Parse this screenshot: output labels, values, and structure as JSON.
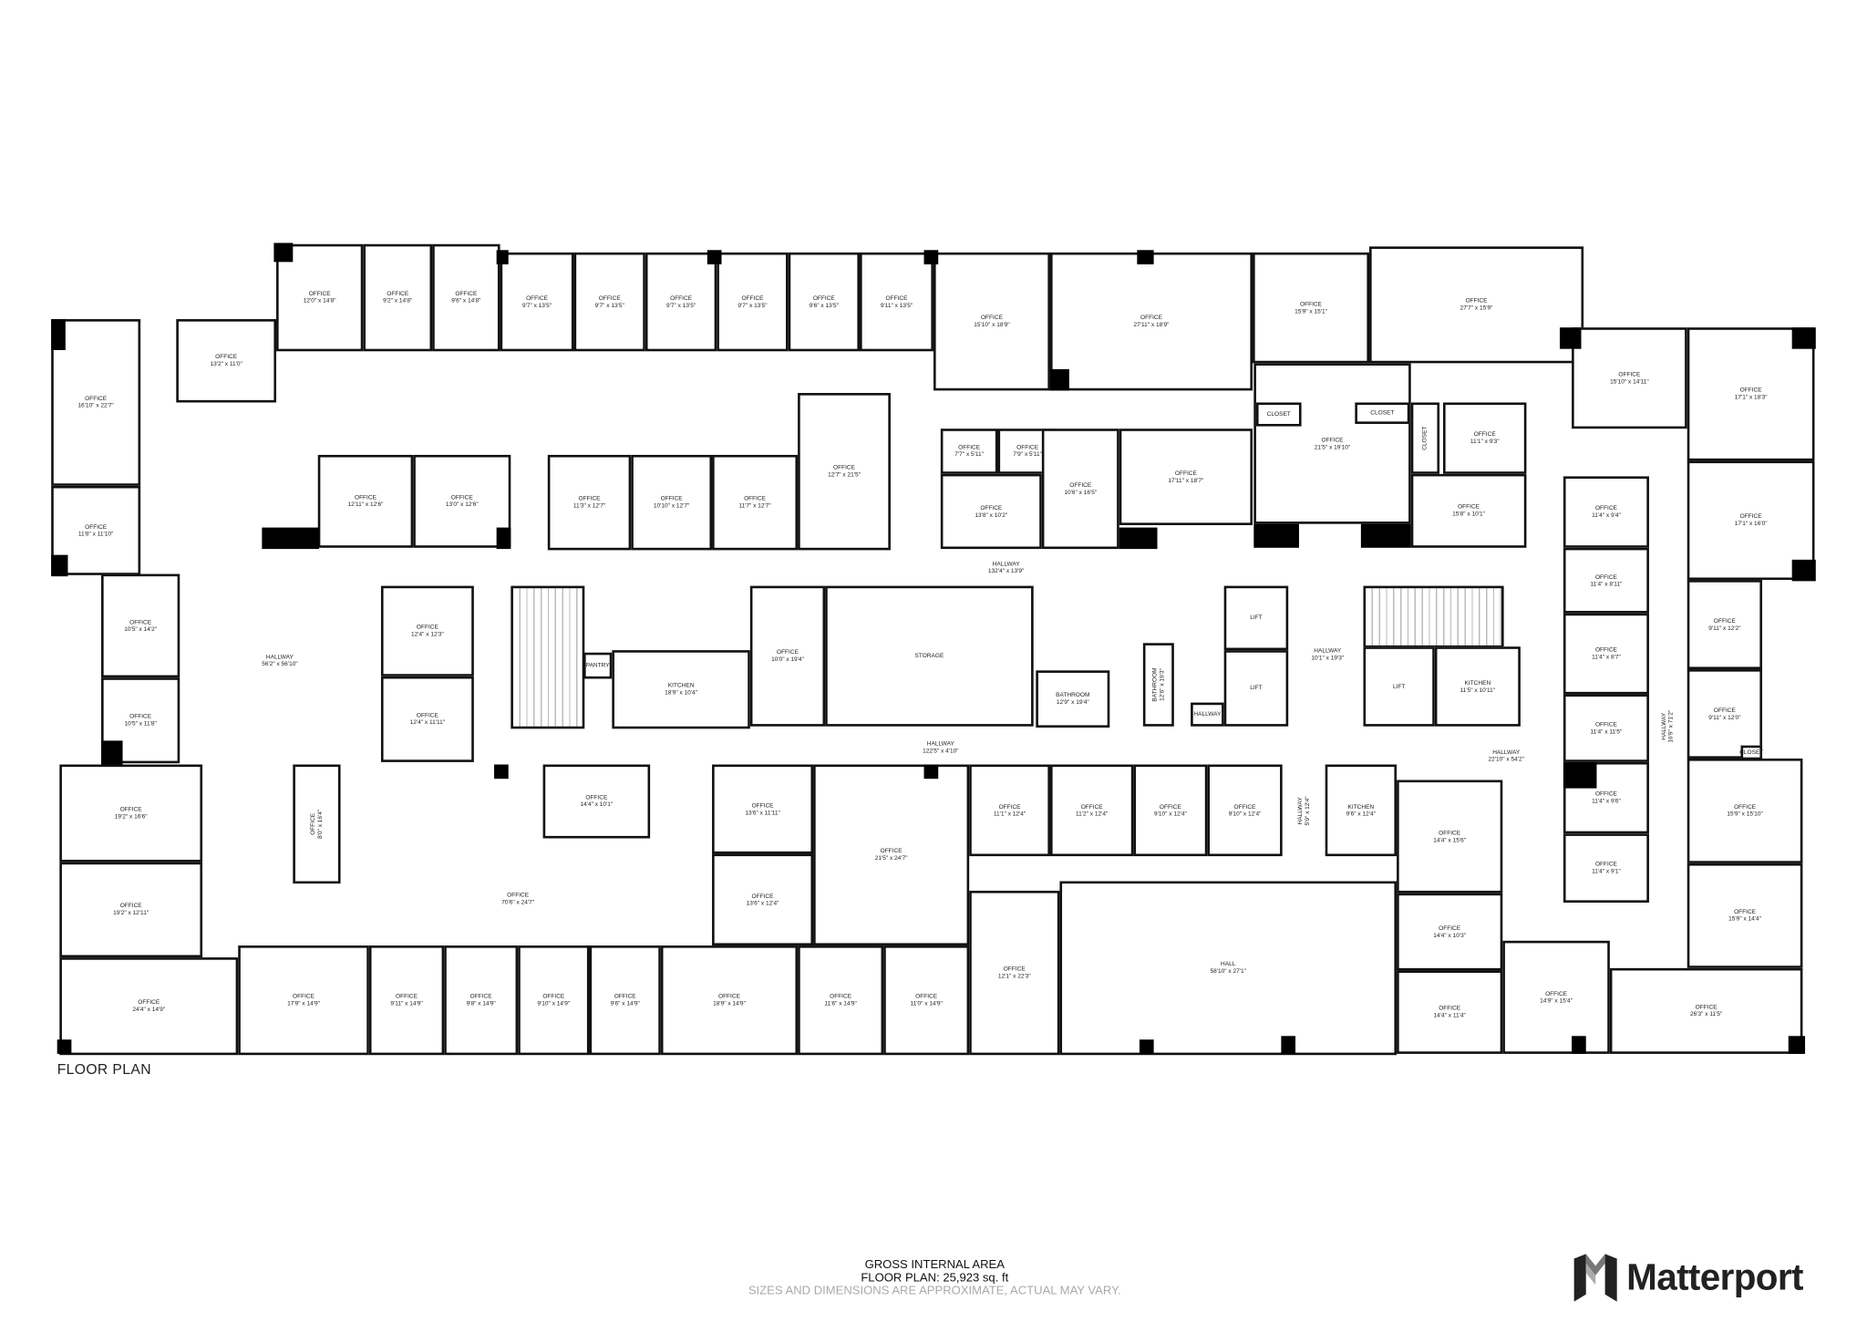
{
  "plan_label": "FLOOR PLAN",
  "footer": {
    "line1": "GROSS INTERNAL AREA",
    "line2": "FLOOR PLAN: 25,923 sq. ft",
    "note": "SIZES AND DIMENSIONS ARE APPROXIMATE, ACTUAL MAY VARY."
  },
  "brand": {
    "name": "Matterport",
    "icon": "matterport-logo-icon"
  },
  "rooms": [
    {
      "name": "OFFICE",
      "dims": "12'0\" x 14'8\""
    },
    {
      "name": "OFFICE",
      "dims": "9'2\" x 14'8\""
    },
    {
      "name": "OFFICE",
      "dims": "9'6\" x 14'8\""
    },
    {
      "name": "OFFICE",
      "dims": "9'7\" x 13'5\""
    },
    {
      "name": "OFFICE",
      "dims": "9'7\" x 13'5\""
    },
    {
      "name": "OFFICE",
      "dims": "9'7\" x 13'5\""
    },
    {
      "name": "OFFICE",
      "dims": "9'7\" x 13'5\""
    },
    {
      "name": "OFFICE",
      "dims": "9'6\" x 13'5\""
    },
    {
      "name": "OFFICE",
      "dims": "9'11\" x 13'5\""
    },
    {
      "name": "OFFICE",
      "dims": "15'10\" x 18'9\""
    },
    {
      "name": "OFFICE",
      "dims": "27'11\" x 18'9\""
    },
    {
      "name": "OFFICE",
      "dims": "15'9\" x 15'1\""
    },
    {
      "name": "OFFICE",
      "dims": "27'7\" x 15'9\""
    },
    {
      "name": "OFFICE",
      "dims": "13'2\" x 11'0\""
    },
    {
      "name": "OFFICE",
      "dims": "16'10\" x 22'7\""
    },
    {
      "name": "OFFICE",
      "dims": "11'8\" x 11'10\""
    },
    {
      "name": "OFFICE",
      "dims": "12'11\" x 12'6\""
    },
    {
      "name": "OFFICE",
      "dims": "13'0\" x 12'6\""
    },
    {
      "name": "OFFICE",
      "dims": "11'3\" x 12'7\""
    },
    {
      "name": "OFFICE",
      "dims": "10'10\" x 12'7\""
    },
    {
      "name": "OFFICE",
      "dims": "11'7\" x 12'7\""
    },
    {
      "name": "OFFICE",
      "dims": "12'7\" x 21'5\""
    },
    {
      "name": "OFFICE",
      "dims": "7'7\" x 5'11\""
    },
    {
      "name": "OFFICE",
      "dims": "7'9\" x 5'11\""
    },
    {
      "name": "OFFICE",
      "dims": "13'8\" x 10'2\""
    },
    {
      "name": "OFFICE",
      "dims": "10'6\" x 16'5\""
    },
    {
      "name": "OFFICE",
      "dims": "17'11\" x 18'7\""
    },
    {
      "name": "OFFICE",
      "dims": "21'5\" x 19'10\""
    },
    {
      "name": "CLOSET",
      "dims": ""
    },
    {
      "name": "CLOSET",
      "dims": ""
    },
    {
      "name": "CLOSET",
      "dims": ""
    },
    {
      "name": "OFFICE",
      "dims": "11'1\" x 9'3\""
    },
    {
      "name": "OFFICE",
      "dims": "15'8\" x 10'1\""
    },
    {
      "name": "OFFICE",
      "dims": "15'10\" x 14'11\""
    },
    {
      "name": "OFFICE",
      "dims": "17'1\" x 18'3\""
    },
    {
      "name": "OFFICE",
      "dims": "17'1\" x 16'0\""
    },
    {
      "name": "OFFICE",
      "dims": "11'4\" x 9'4\""
    },
    {
      "name": "OFFICE",
      "dims": "11'4\" x 8'11\""
    },
    {
      "name": "OFFICE",
      "dims": "11'4\" x 8'7\""
    },
    {
      "name": "OFFICE",
      "dims": "11'4\" x 11'5\""
    },
    {
      "name": "OFFICE",
      "dims": "11'4\" x 9'6\""
    },
    {
      "name": "OFFICE",
      "dims": "11'4\" x 9'1\""
    },
    {
      "name": "HALLWAY",
      "dims": "16'9\" x 71'2\""
    },
    {
      "name": "OFFICE",
      "dims": "9'11\" x 12'2\""
    },
    {
      "name": "OFFICE",
      "dims": "9'11\" x 12'0\""
    },
    {
      "name": "CLOSET",
      "dims": ""
    },
    {
      "name": "OFFICE",
      "dims": "15'9\" x 15'10\""
    },
    {
      "name": "OFFICE",
      "dims": "15'9\" x 14'4\""
    },
    {
      "name": "OFFICE",
      "dims": "26'3\" x 11'5\""
    },
    {
      "name": "OFFICE",
      "dims": "14'9\" x 15'4\""
    },
    {
      "name": "OFFICE",
      "dims": "14'4\" x 11'4\""
    },
    {
      "name": "OFFICE",
      "dims": "14'4\" x 10'3\""
    },
    {
      "name": "OFFICE",
      "dims": "14'4\" x 15'6\""
    },
    {
      "name": "HALLWAY",
      "dims": "22'10\" x 54'2\""
    },
    {
      "name": "HALLWAY",
      "dims": "132'4\" x 13'9\""
    },
    {
      "name": "HALLWAY",
      "dims": "56'2\" x 56'10\""
    },
    {
      "name": "OFFICE",
      "dims": "10'5\" x 14'2\""
    },
    {
      "name": "OFFICE",
      "dims": "10'5\" x 11'8\""
    },
    {
      "name": "OFFICE",
      "dims": "12'4\" x 12'3\""
    },
    {
      "name": "OFFICE",
      "dims": "12'4\" x 11'11\""
    },
    {
      "name": "",
      "dims": ""
    },
    {
      "name": "PANTRY",
      "dims": ""
    },
    {
      "name": "KITCHEN",
      "dims": "18'9\" x 10'4\""
    },
    {
      "name": "OFFICE",
      "dims": "10'0\" x 19'4\""
    },
    {
      "name": "STORAGE",
      "dims": ""
    },
    {
      "name": "BATHROOM",
      "dims": "12'9\" x 19'4\""
    },
    {
      "name": "BATHROOM",
      "dims": "12'6\" x 19'3\""
    },
    {
      "name": "HALLWAY",
      "dims": ""
    },
    {
      "name": "LIFT",
      "dims": ""
    },
    {
      "name": "LIFT",
      "dims": ""
    },
    {
      "name": "HALLWAY",
      "dims": "10'1\" x 19'3\""
    },
    {
      "name": "",
      "dims": ""
    },
    {
      "name": "LIFT",
      "dims": ""
    },
    {
      "name": "KITCHEN",
      "dims": "11'5\" x 10'11\""
    },
    {
      "name": "HALLWAY",
      "dims": "122'5\" x 4'10\""
    },
    {
      "name": "OFFICE",
      "dims": "19'2\" x 16'6\""
    },
    {
      "name": "OFFICE",
      "dims": "19'2\" x 12'11\""
    },
    {
      "name": "OFFICE",
      "dims": "8'0\" x 16'4\""
    },
    {
      "name": "OFFICE",
      "dims": "70'6\" x 24'7\""
    },
    {
      "name": "OFFICE",
      "dims": "14'4\" x 10'1\""
    },
    {
      "name": "OFFICE",
      "dims": "13'6\" x 11'11\""
    },
    {
      "name": "OFFICE",
      "dims": "13'6\" x 12'4\""
    },
    {
      "name": "OFFICE",
      "dims": "21'5\" x 24'7\""
    },
    {
      "name": "OFFICE",
      "dims": "11'1\" x 12'4\""
    },
    {
      "name": "OFFICE",
      "dims": "11'2\" x 12'4\""
    },
    {
      "name": "OFFICE",
      "dims": "9'10\" x 12'4\""
    },
    {
      "name": "OFFICE",
      "dims": "9'10\" x 12'4\""
    },
    {
      "name": "HALLWAY",
      "dims": "5'9\" x 12'4\""
    },
    {
      "name": "KITCHEN",
      "dims": "9'6\" x 12'4\""
    },
    {
      "name": "OFFICE",
      "dims": "24'4\" x 14'9\""
    },
    {
      "name": "OFFICE",
      "dims": "17'9\" x 14'9\""
    },
    {
      "name": "OFFICE",
      "dims": "9'11\" x 14'9\""
    },
    {
      "name": "OFFICE",
      "dims": "9'8\" x 14'9\""
    },
    {
      "name": "OFFICE",
      "dims": "9'10\" x 14'9\""
    },
    {
      "name": "OFFICE",
      "dims": "9'6\" x 14'9\""
    },
    {
      "name": "OFFICE",
      "dims": "18'9\" x 14'9\""
    },
    {
      "name": "OFFICE",
      "dims": "11'6\" x 14'9\""
    },
    {
      "name": "OFFICE",
      "dims": "11'0\" x 14'9\""
    },
    {
      "name": "OFFICE",
      "dims": "12'1\" x 22'3\""
    },
    {
      "name": "HALL",
      "dims": "58'10\" x 27'1\""
    }
  ]
}
